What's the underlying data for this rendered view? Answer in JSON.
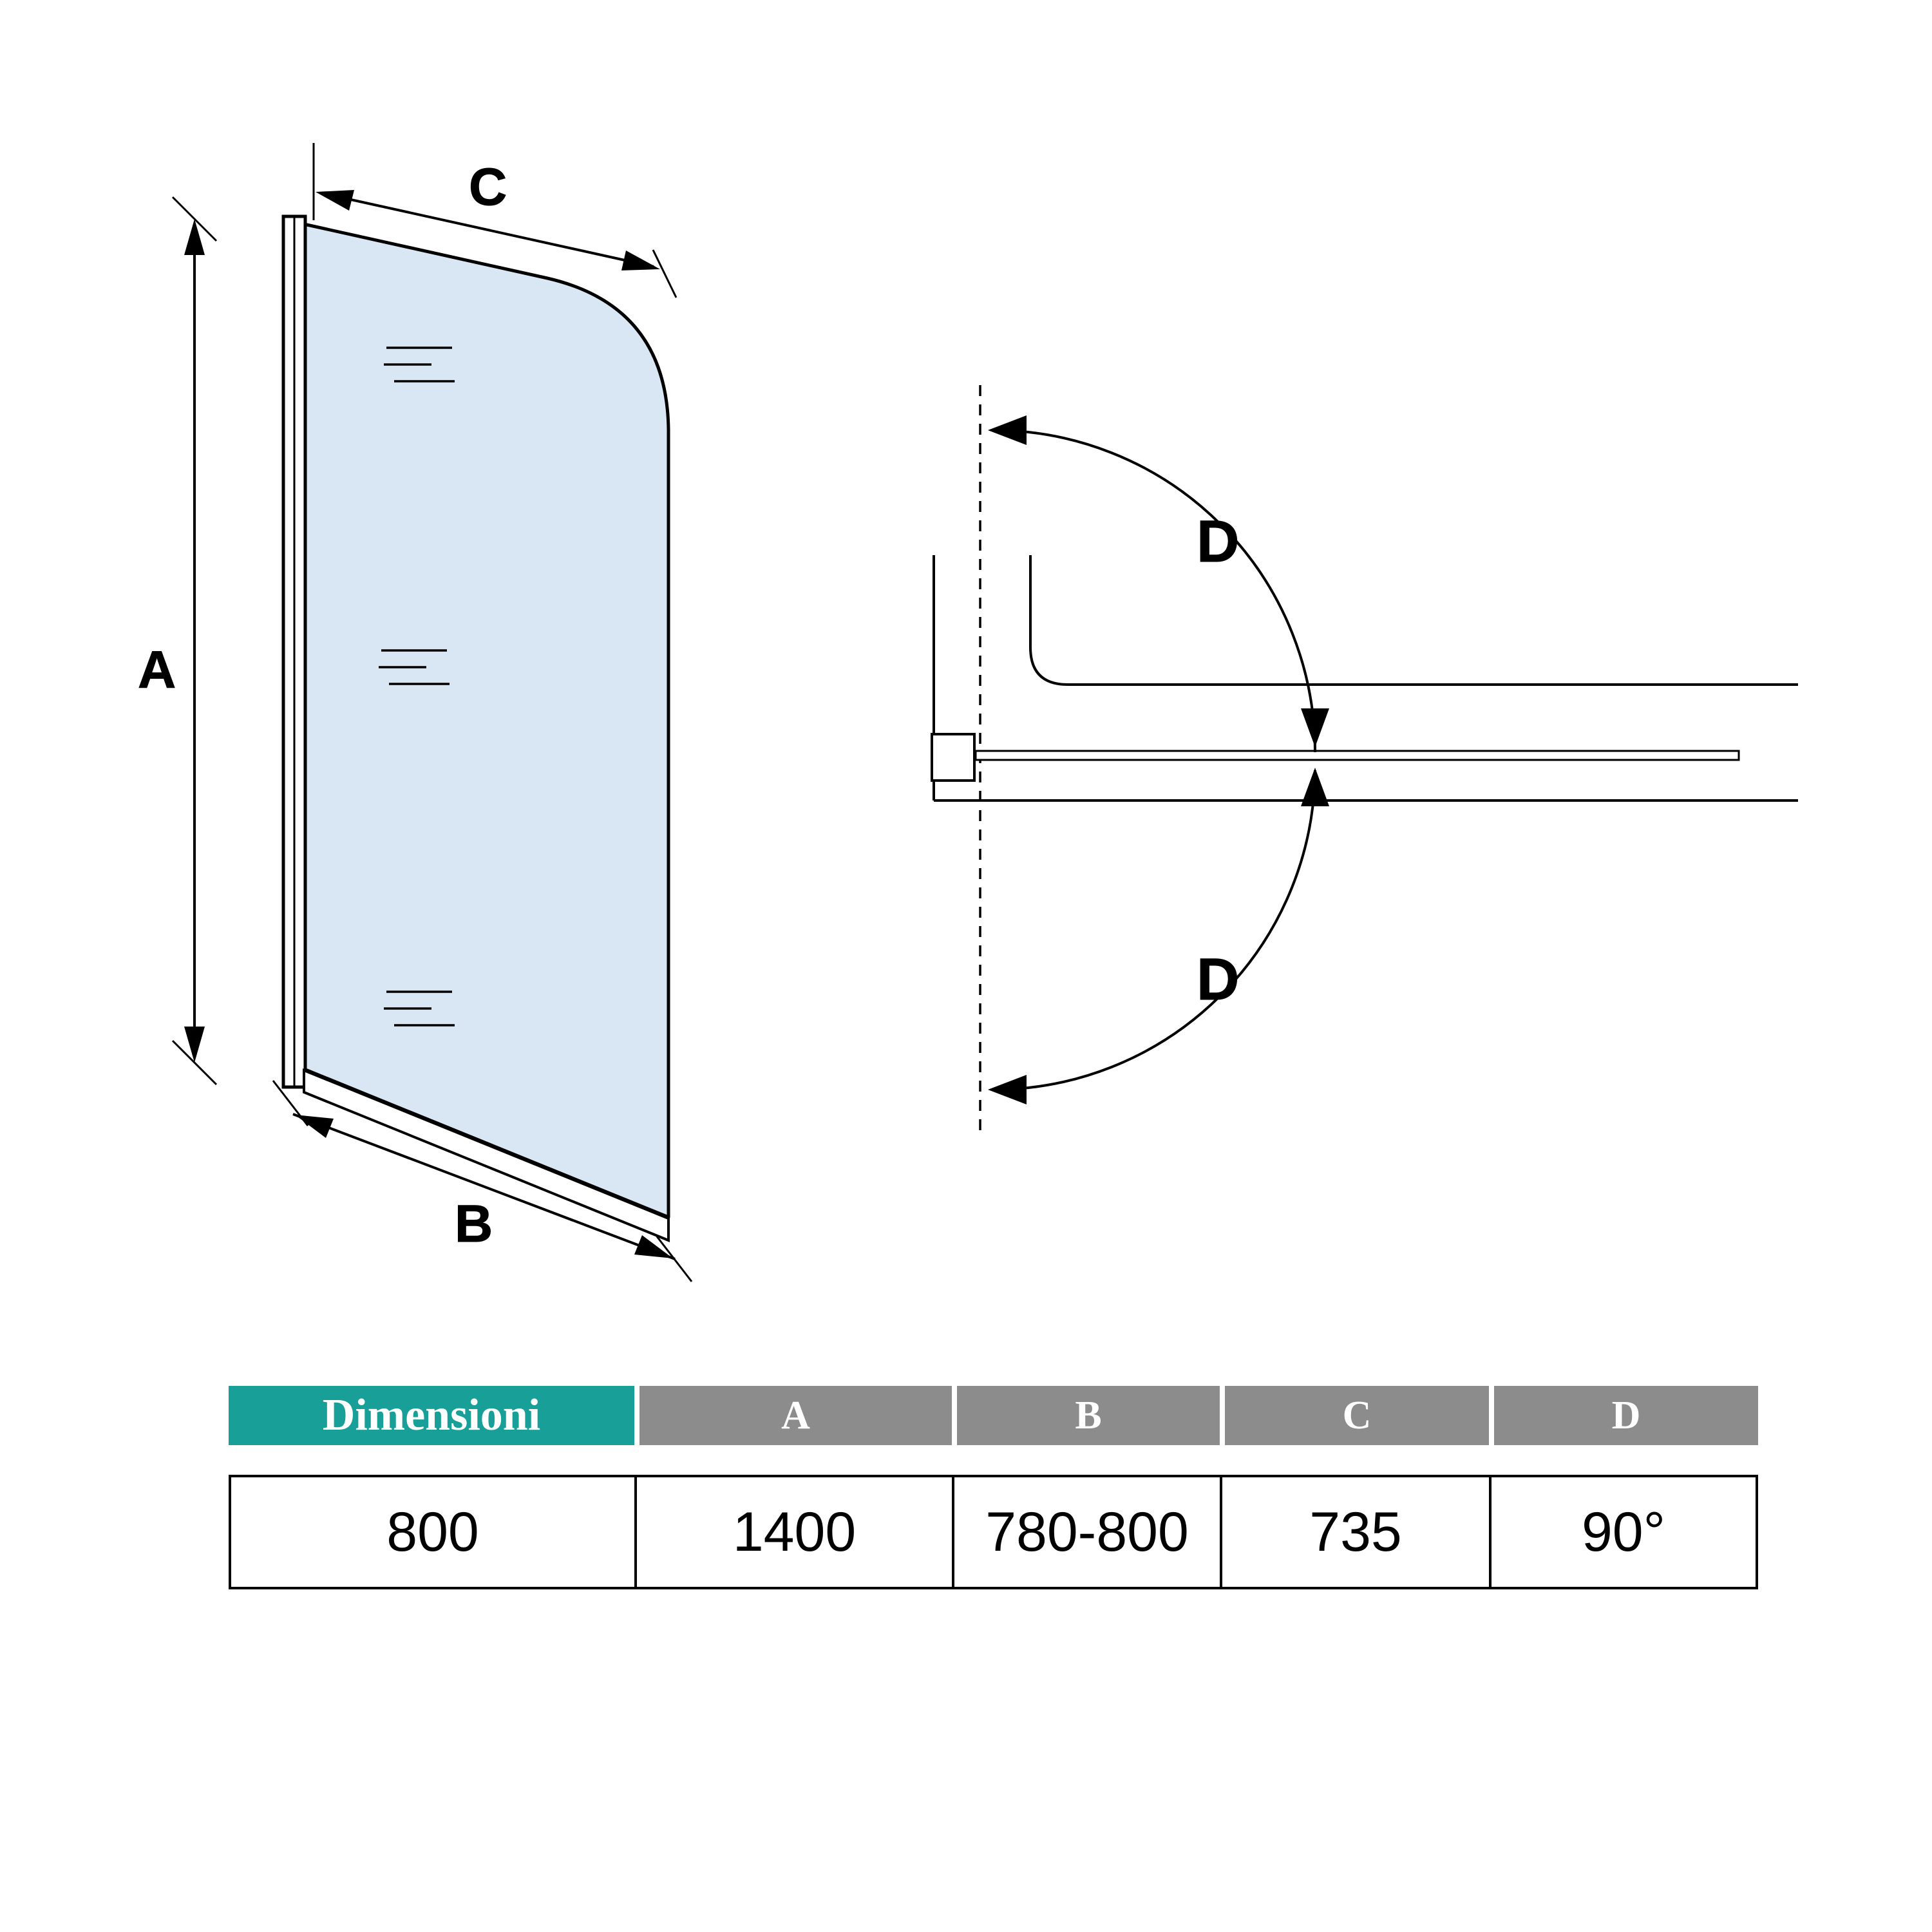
{
  "colors": {
    "accent_teal": "#18A098",
    "header_gray": "#8C8C8C",
    "glass_blue": "#D9E7F4",
    "line_black": "#000000"
  },
  "front_view": {
    "label_a": "A",
    "label_b": "B",
    "label_c": "C"
  },
  "top_view": {
    "label_d_top": "D",
    "label_d_bottom": "D"
  },
  "table": {
    "header": [
      "Dimensioni",
      "A",
      "B",
      "C",
      "D"
    ],
    "row": [
      "800",
      "1400",
      "780-800",
      "735",
      "90°"
    ]
  }
}
